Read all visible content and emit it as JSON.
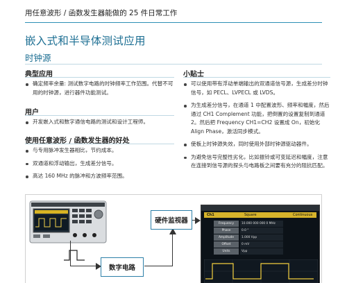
{
  "header": {
    "title": "用任意波形 / 函数发生器能做的 25 件日常工作"
  },
  "section": {
    "title": "嵌入式和半导体测试应用",
    "subtitle": "时钟源"
  },
  "left": {
    "typical_app": {
      "heading": "典型应用",
      "items": [
        "确定频率余量: 测试数字电路的时钟频率工作范围。代替不可用的时钟源，进行器件功能测试。"
      ]
    },
    "users": {
      "heading": "用户",
      "items": [
        "开发嵌入式和数字通信电路的测试和设计工程师。"
      ]
    },
    "benefits": {
      "heading": "使用任意波形 / 函数发生器的好处",
      "items": [
        "与专用脉冲发生器相比，节约成本。",
        "双通道和浮动输出，生成差分信号。",
        "高达 160 MHz 的脉冲和方波频率范围。"
      ]
    }
  },
  "right": {
    "tips": {
      "heading": "小贴士",
      "items": [
        "可以使用带有浮动单端输出的双通道信号源，生成差分时钟信号，如 PECL、LVPECL 或 LVDS。",
        "为生成差分信号，在通道 1 中配置波形、频率和幅度，然后通过 CH1 Complement 功能，把倒置的设置复制到通道 2。然后把 Frequency CH1=CH2 设置成 On，初始化 Align Phase，激活同步模式。",
        "使板上时钟源失效，同时使用外部时钟源驱动器件。",
        "为避免信号完整性劣化，比如振铃或可变延迟和幅度，注意在连接到信号源的探头与电路板之间要有充分的阻抗匹配。"
      ]
    }
  },
  "figure": {
    "monitor_label": "硬件监视器",
    "circuit_label": "数字电路",
    "screen": {
      "channel": "Ch1",
      "waveform": "Square",
      "mode": "Continuous",
      "params": [
        {
          "name": "Frequency",
          "value": "10.000 000 000 0 MHz"
        },
        {
          "name": "Phase",
          "value": "0.0 °"
        },
        {
          "name": "Amplitude",
          "value": "1.000 Vpp"
        },
        {
          "name": "Offset",
          "value": "0 mV"
        },
        {
          "name": "Units",
          "value": "Vpp"
        }
      ]
    }
  }
}
